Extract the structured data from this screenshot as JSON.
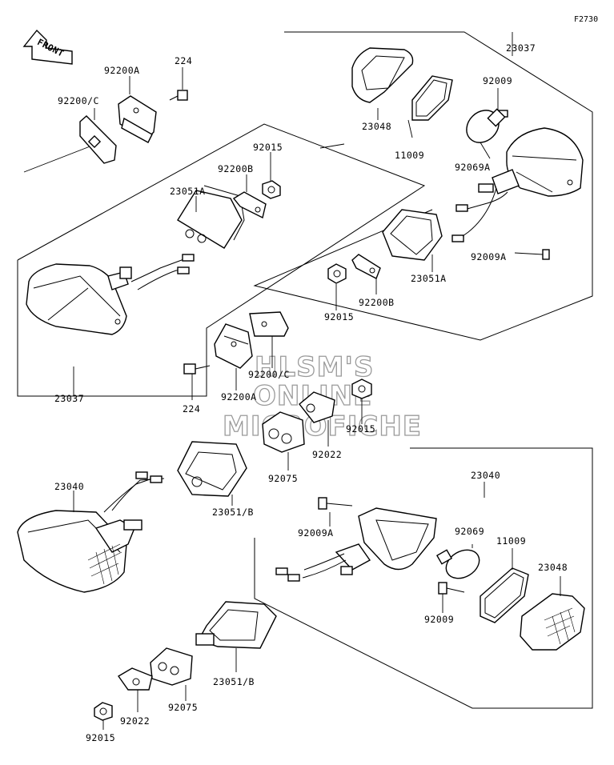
{
  "ref": "F2730",
  "front_label": "FRONT",
  "watermark": {
    "line1": "HLSM'S",
    "line2": "ONLINE",
    "line3": "MICROFICHE"
  },
  "parts": {
    "p92200c_top": "92200/C",
    "p92200a_top": "92200A",
    "p224_top": "224",
    "p23051a_left": "23051A",
    "p92200b_left": "92200B",
    "p92015_left": "92015",
    "p23037_top": "23037",
    "p23048_top": "23048",
    "p11009_top": "11009",
    "p92009_top": "92009",
    "p92069a": "92069A",
    "p92009a_top": "92009A",
    "p23051a_right": "23051A",
    "p92200b_right": "92200B",
    "p92015_right": "92015",
    "p23037_left": "23037",
    "p224_mid": "224",
    "p92200a_mid": "92200A",
    "p92200c_mid": "92200/C",
    "p92015_mid": "92015",
    "p92022_mid": "92022",
    "p92075_mid": "92075",
    "p23040_left": "23040",
    "p23051b_upper": "23051/B",
    "p23040_right": "23040",
    "p92009a_low": "92009A",
    "p92069": "92069",
    "p11009_low": "11009",
    "p23048_low": "23048",
    "p92009_low": "92009",
    "p23051b_lower": "23051/B",
    "p92075_low": "92075",
    "p92022_low": "92022",
    "p92015_low": "92015"
  }
}
